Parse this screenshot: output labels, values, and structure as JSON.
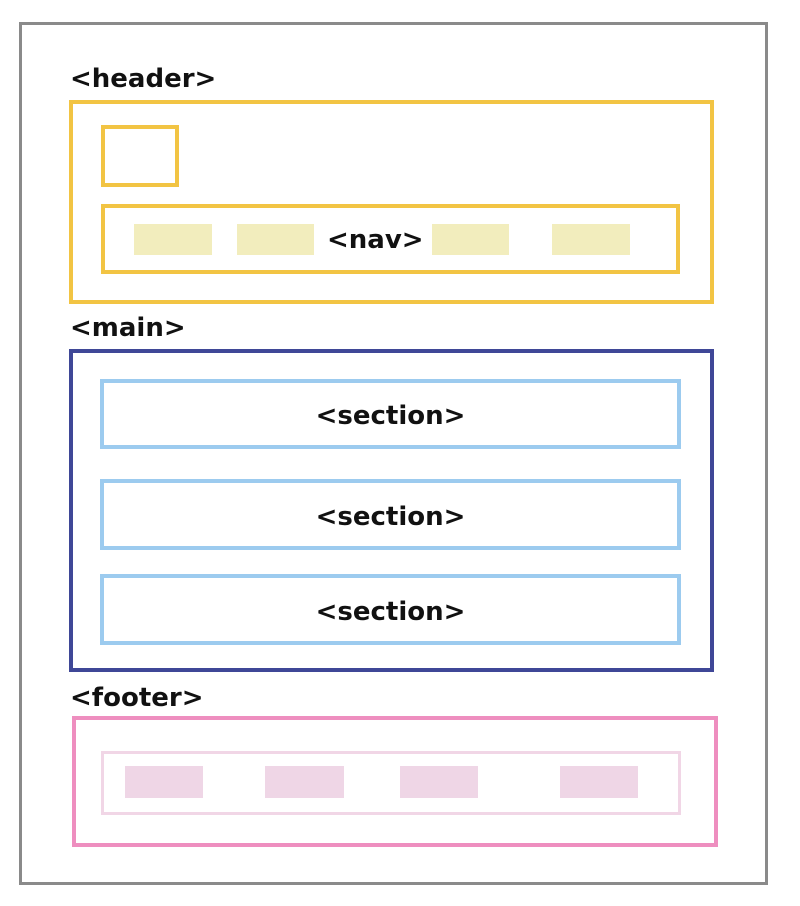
{
  "labels": {
    "header": "<header>",
    "nav": "<nav>",
    "main": "<main>",
    "section_1": "<section>",
    "section_2": "<section>",
    "section_3": "<section>",
    "footer": "<footer>"
  },
  "colors": {
    "page_border": "#8a8a8a",
    "header": "#f2c443",
    "nav_item": "#f2edbd",
    "main": "#3f4797",
    "section": "#9ccbef",
    "footer": "#ee8ebf",
    "footer_inner": "#f1d6e6",
    "footer_item": "#efd6e6"
  }
}
